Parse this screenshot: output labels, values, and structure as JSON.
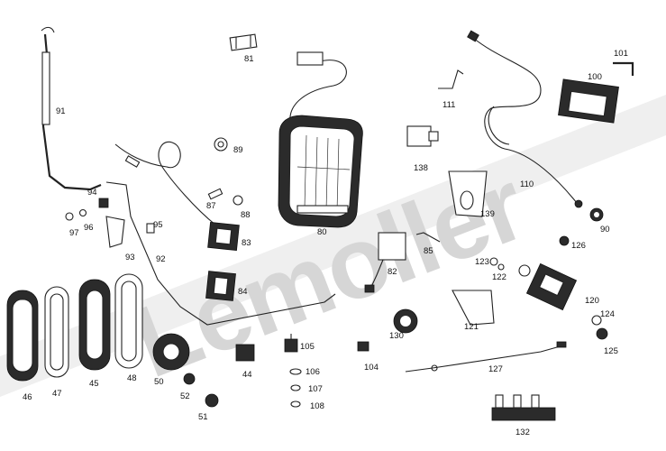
{
  "watermark": "Lemoller",
  "part_numbers": {
    "p91": "91",
    "p81": "81",
    "p101": "101",
    "p100": "100",
    "p111": "111",
    "p89": "89",
    "p138": "138",
    "p110": "110",
    "p94": "94",
    "p97": "97",
    "p96": "96",
    "p87": "87",
    "p88": "88",
    "p139": "139",
    "p95": "95",
    "p80": "80",
    "p90": "90",
    "p83": "83",
    "p85": "85",
    "p126": "126",
    "p93": "93",
    "p92": "92",
    "p82": "82",
    "p123": "123",
    "p122": "122",
    "p84": "84",
    "p120": "120",
    "p121": "121",
    "p124": "124",
    "p130": "130",
    "p105": "105",
    "p125": "125",
    "p104": "104",
    "p127": "127",
    "p50": "50",
    "p44": "44",
    "p48": "48",
    "p106": "106",
    "p46": "46",
    "p47": "47",
    "p45": "45",
    "p52": "52",
    "p107": "107",
    "p108": "108",
    "p51": "51",
    "p132": "132"
  }
}
